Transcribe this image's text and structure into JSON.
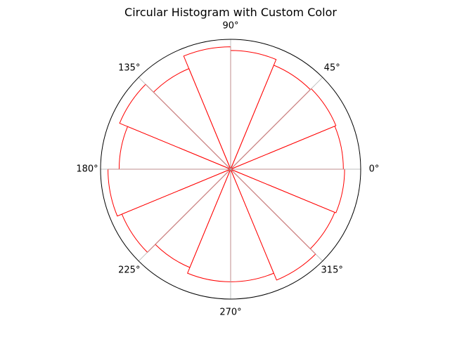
{
  "chart_data": {
    "type": "bar",
    "subtype": "polar-histogram",
    "title": "Circular Histogram with Custom Color",
    "angle_unit": "degrees",
    "theta_tick_labels": [
      "0°",
      "45°",
      "90°",
      "135°",
      "180°",
      "225°",
      "270°",
      "315°"
    ],
    "theta_ticks_deg": [
      0,
      45,
      90,
      135,
      180,
      225,
      270,
      315
    ],
    "radial_tick_labels_visible": false,
    "grid": true,
    "bin_width_deg": 22.5,
    "bin_starts_deg": [
      0,
      22.5,
      45,
      67.5,
      90,
      112.5,
      135,
      157.5,
      180,
      202.5,
      225,
      247.5,
      270,
      292.5,
      315,
      337.5
    ],
    "values": [
      9.1,
      9.2,
      9.1,
      9.6,
      9.9,
      8.8,
      9.7,
      9.0,
      9.9,
      9.5,
      8.6,
      9.1,
      9.1,
      9.7,
      9.1,
      9.2
    ],
    "rmax": 10.5,
    "edge_color": "#ff0000",
    "bar_fill": "#ffffff",
    "grid_color": "#b0b0b0"
  }
}
